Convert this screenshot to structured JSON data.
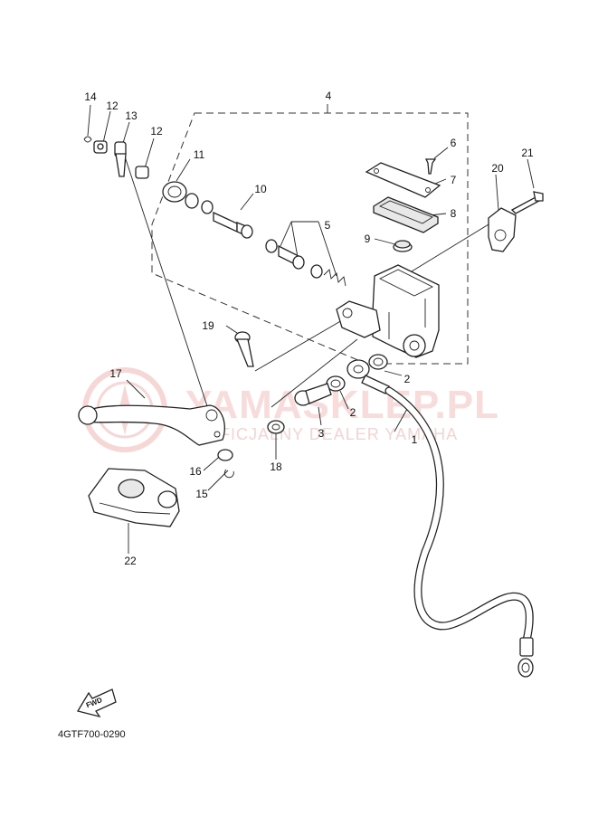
{
  "diagram": {
    "part_code": "4GTF700-0290",
    "watermark": {
      "main": "YAMASKLEP.PL",
      "sub": "OFICJALNY DEALER YAMAHA"
    },
    "fwd_label": "FWD",
    "callouts": [
      "1",
      "2",
      "2",
      "3",
      "4",
      "5",
      "6",
      "7",
      "8",
      "9",
      "10",
      "11",
      "12",
      "12",
      "13",
      "14",
      "15",
      "16",
      "17",
      "18",
      "19",
      "20",
      "21",
      "22"
    ]
  }
}
